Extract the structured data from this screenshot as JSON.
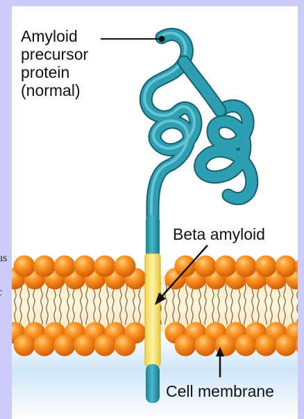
{
  "labels": {
    "app": [
      "Amyloid",
      "precursor",
      "protein",
      "(normal)"
    ],
    "beta": "Beta amyloid",
    "cell": "Cell membrane"
  },
  "side_text": [
    "us",
    "c"
  ],
  "colors": {
    "background": "#ccccfa",
    "protein": "#2e9fb3",
    "beta_segment": "#f4de6a",
    "lipid_head": "#f07d10",
    "membrane_core": "#fbedc6"
  }
}
